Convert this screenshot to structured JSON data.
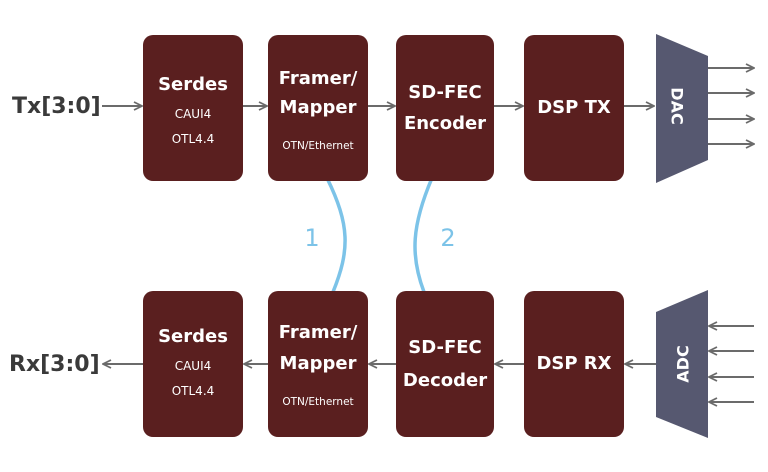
{
  "colors": {
    "block_fill": "#5a1f1f",
    "converter_fill": "#565870",
    "arrow": "#6b6b6b",
    "link": "#7cc3e8",
    "io_text": "#3a3a3a"
  },
  "tx": {
    "input_label": "Tx[3:0]",
    "serdes": {
      "title": "Serdes",
      "sub1": "CAUI4",
      "sub2": "OTL4.4"
    },
    "framer": {
      "title1": "Framer/",
      "title2": "Mapper",
      "sub": "OTN/Ethernet"
    },
    "fec": {
      "title1": "SD-FEC",
      "title2": "Encoder"
    },
    "dsp": {
      "title": "DSP TX"
    },
    "converter": {
      "label": "DAC"
    }
  },
  "rx": {
    "output_label": "Rx[3:0]",
    "serdes": {
      "title": "Serdes",
      "sub1": "CAUI4",
      "sub2": "OTL4.4"
    },
    "framer": {
      "title1": "Framer/",
      "title2": "Mapper",
      "sub": "OTN/Ethernet"
    },
    "fec": {
      "title1": "SD-FEC",
      "title2": "Decoder"
    },
    "dsp": {
      "title": "DSP RX"
    },
    "converter": {
      "label": "ADC"
    }
  },
  "links": [
    {
      "label": "1"
    },
    {
      "label": "2"
    }
  ]
}
